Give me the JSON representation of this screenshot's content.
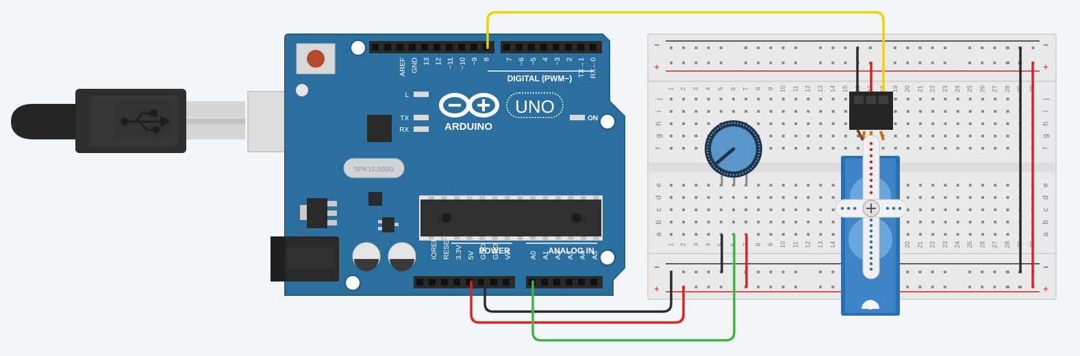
{
  "arduino": {
    "brand": "ARDUINO",
    "model": "UNO",
    "digital_header_label": "DIGITAL (PWM~)",
    "digital_pins": [
      "AREF",
      "GND",
      "13",
      "12",
      "~11",
      "~10",
      "~9",
      "8",
      "7",
      "~6",
      "~5",
      "4",
      "~3",
      "2",
      "TX→1",
      "RX←0"
    ],
    "led_labels": {
      "l": "L",
      "tx": "TX",
      "rx": "RX",
      "on": "ON"
    },
    "power_header_label": "POWER",
    "power_pins": [
      "IOREF",
      "RESET",
      "3.3V",
      "5V",
      "GND",
      "GND",
      "Vin"
    ],
    "analog_header_label": "ANALOG IN",
    "analog_pins": [
      "A0",
      "A1",
      "A2",
      "A3",
      "A4",
      "A5"
    ],
    "crystal_label": "SPK16.000G"
  },
  "breadboard": {
    "rail_minus": "−",
    "rail_plus": "+",
    "top_row_letters": [
      "j",
      "i",
      "h",
      "g",
      "f"
    ],
    "bottom_row_letters": [
      "e",
      "d",
      "c",
      "b",
      "a"
    ],
    "column_numbers": [
      "1",
      "2",
      "3",
      "4",
      "5",
      "6",
      "7",
      "8",
      "9",
      "10",
      "11",
      "12",
      "13",
      "14",
      "15",
      "16",
      "17",
      "18",
      "19",
      "20",
      "21",
      "22",
      "23",
      "24",
      "25",
      "26",
      "27",
      "28",
      "29",
      "30"
    ]
  },
  "components": [
    "arduino-uno",
    "usb-cable",
    "breadboard",
    "potentiometer",
    "micro-servo"
  ],
  "wire_colors": {
    "yellow": "#f2d100",
    "red": "#e0201e",
    "black": "#2b2b2b",
    "green": "#3cb544"
  },
  "colors": {
    "board": "#2b6f9e",
    "board_dark": "#1f5a85",
    "background": "#f4f5f7"
  }
}
